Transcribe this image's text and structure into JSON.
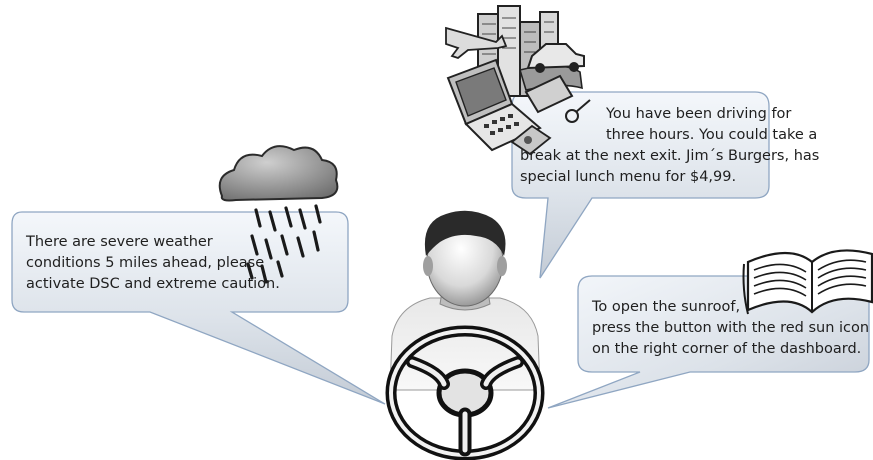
{
  "bubbles": {
    "weather": {
      "line1": "There are severe weather",
      "line2": "conditions 5 miles ahead, please",
      "line3": "activate DSC and extreme caution.",
      "icon": "rain-cloud-icon"
    },
    "break": {
      "line1": "You have been driving for",
      "line2": "three hours. You could take a",
      "line3": "break at the next exit. Jim´s Burgers, has",
      "line4": "special lunch menu for $4,99.",
      "icon": "city-travel-collage-icon"
    },
    "sunroof": {
      "line1": "To open the sunroof,",
      "line2": "press the button with the red sun icon",
      "line3": "on the right corner of the dashboard.",
      "icon": "open-book-icon"
    }
  },
  "driver": {
    "icon": "driver-with-steering-wheel-icon"
  },
  "colors": {
    "bubble_fill_light": "#f3f6fa",
    "bubble_fill_dark": "#c4ccd6",
    "bubble_stroke": "#8fa6c2",
    "text": "#1f1f1f"
  }
}
